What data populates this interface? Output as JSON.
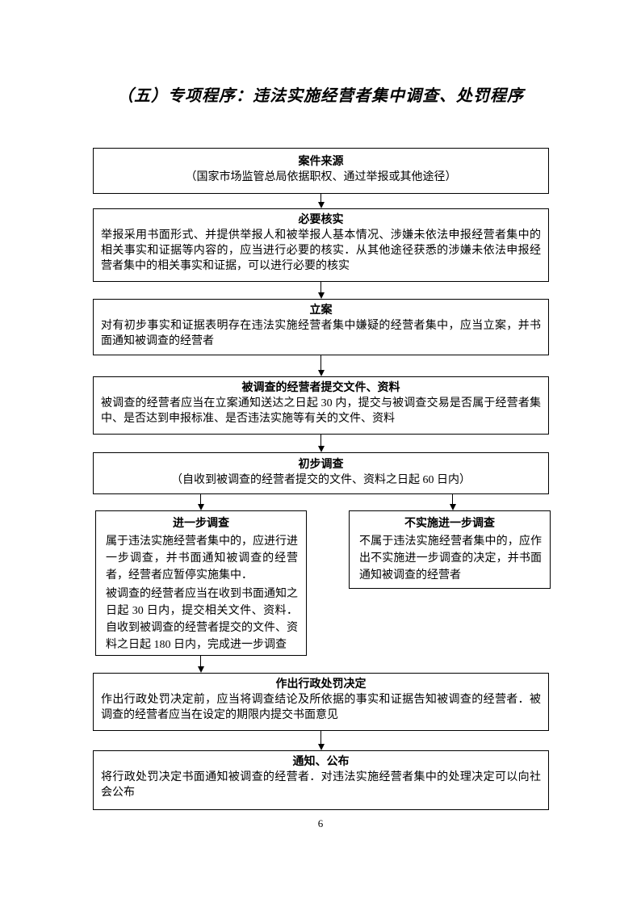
{
  "page": {
    "title": "（五）专项程序：违法实施经营者集中调查、处罚程序",
    "page_number": "6"
  },
  "boxes": {
    "case_source": {
      "title": "案件来源",
      "body": "（国家市场监管总局依据职权、通过举报或其他途径）"
    },
    "verification": {
      "title": "必要核实",
      "body": "举报采用书面形式、并提供举报人和被举报人基本情况、涉嫌未依法申报经营者集中的相关事实和证据等内容的，应当进行必要的核实．从其他途径获悉的涉嫌未依法申报经营者集中的相关事实和证据，可以进行必要的核实"
    },
    "filing": {
      "title": "立案",
      "body": "对有初步事实和证据表明存在违法实施经营者集中嫌疑的经营者集中，应当立案，并书面通知被调查的经营者"
    },
    "submit_documents": {
      "title": "被调查的经营者提交文件、资料",
      "body": "被调查的经营者应当在立案通知送达之日起 30 内，提交与被调查交易是否属于经营者集中、是否达到申报标准、是否违法实施等有关的文件、资料"
    },
    "preliminary_investigation": {
      "title": "初步调查",
      "body": "（自收到被调查的经营者提交的文件、资料之日起 60 日内）"
    },
    "further_investigation": {
      "title": "进一步调查",
      "body1": "属于违法实施经营者集中的，应进行进一步调查，并书面通知被调查的经营者，经营者应暂停实施集中．",
      "body2": "被调查的经营者应当在收到书面通知之日起 30 日内，提交相关文件、资料．自收到被调查的经营者提交的文件、资料之日起 180 日内，完成进一步调查"
    },
    "no_further_investigation": {
      "title": "不实施进一步调查",
      "body": "不属于违法实施经营者集中的，应作出不实施进一步调查的决定，并书面通知被调查的经营者"
    },
    "penalty_decision": {
      "title": "作出行政处罚决定",
      "body": "作出行政处罚决定前，应当将调查结论及所依据的事实和证据告知被调查的经营者．被调查的经营者应当在设定的期限内提交书面意见"
    },
    "notify_publish": {
      "title": "通知、公布",
      "body": "将行政处罚决定书面通知被调查的经营者．对违法实施经营者集中的处理决定可以向社会公布"
    }
  }
}
